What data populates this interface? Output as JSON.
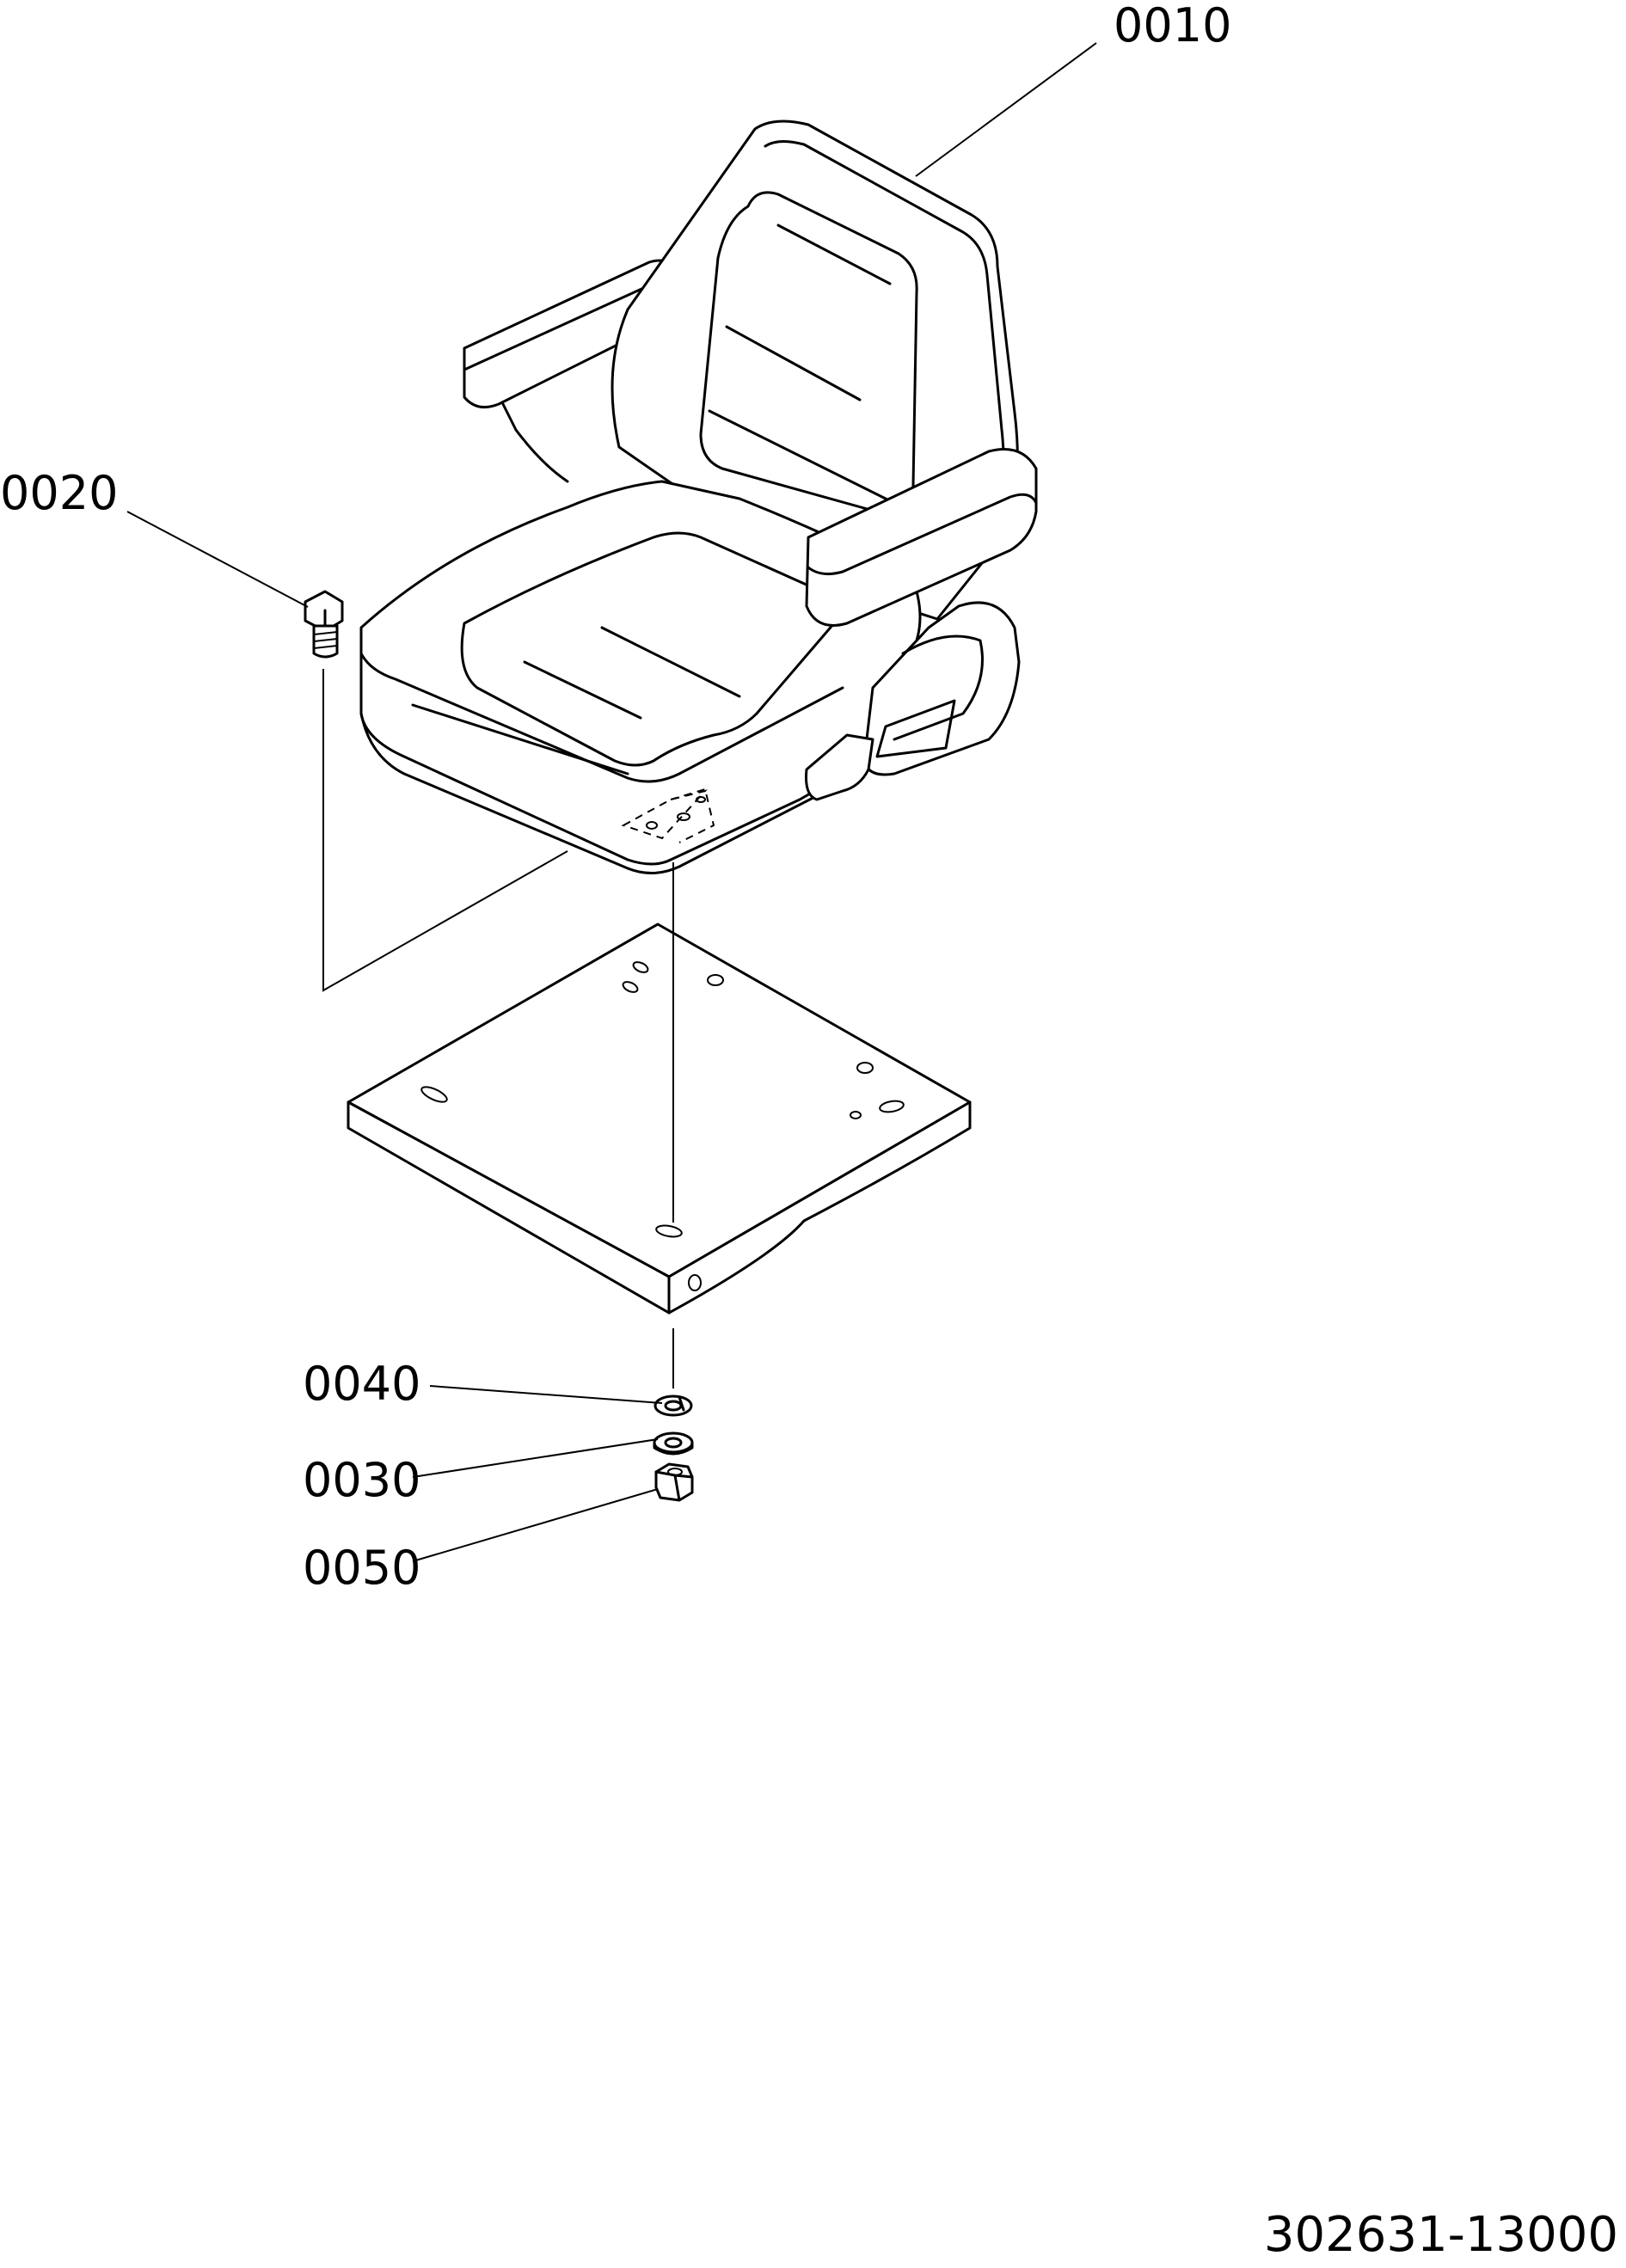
{
  "callouts": {
    "seat": "0010",
    "bolt": "0020",
    "spring_washer": "0040",
    "flat_washer": "0030",
    "nut": "0050"
  },
  "document_number": "302631-13000"
}
